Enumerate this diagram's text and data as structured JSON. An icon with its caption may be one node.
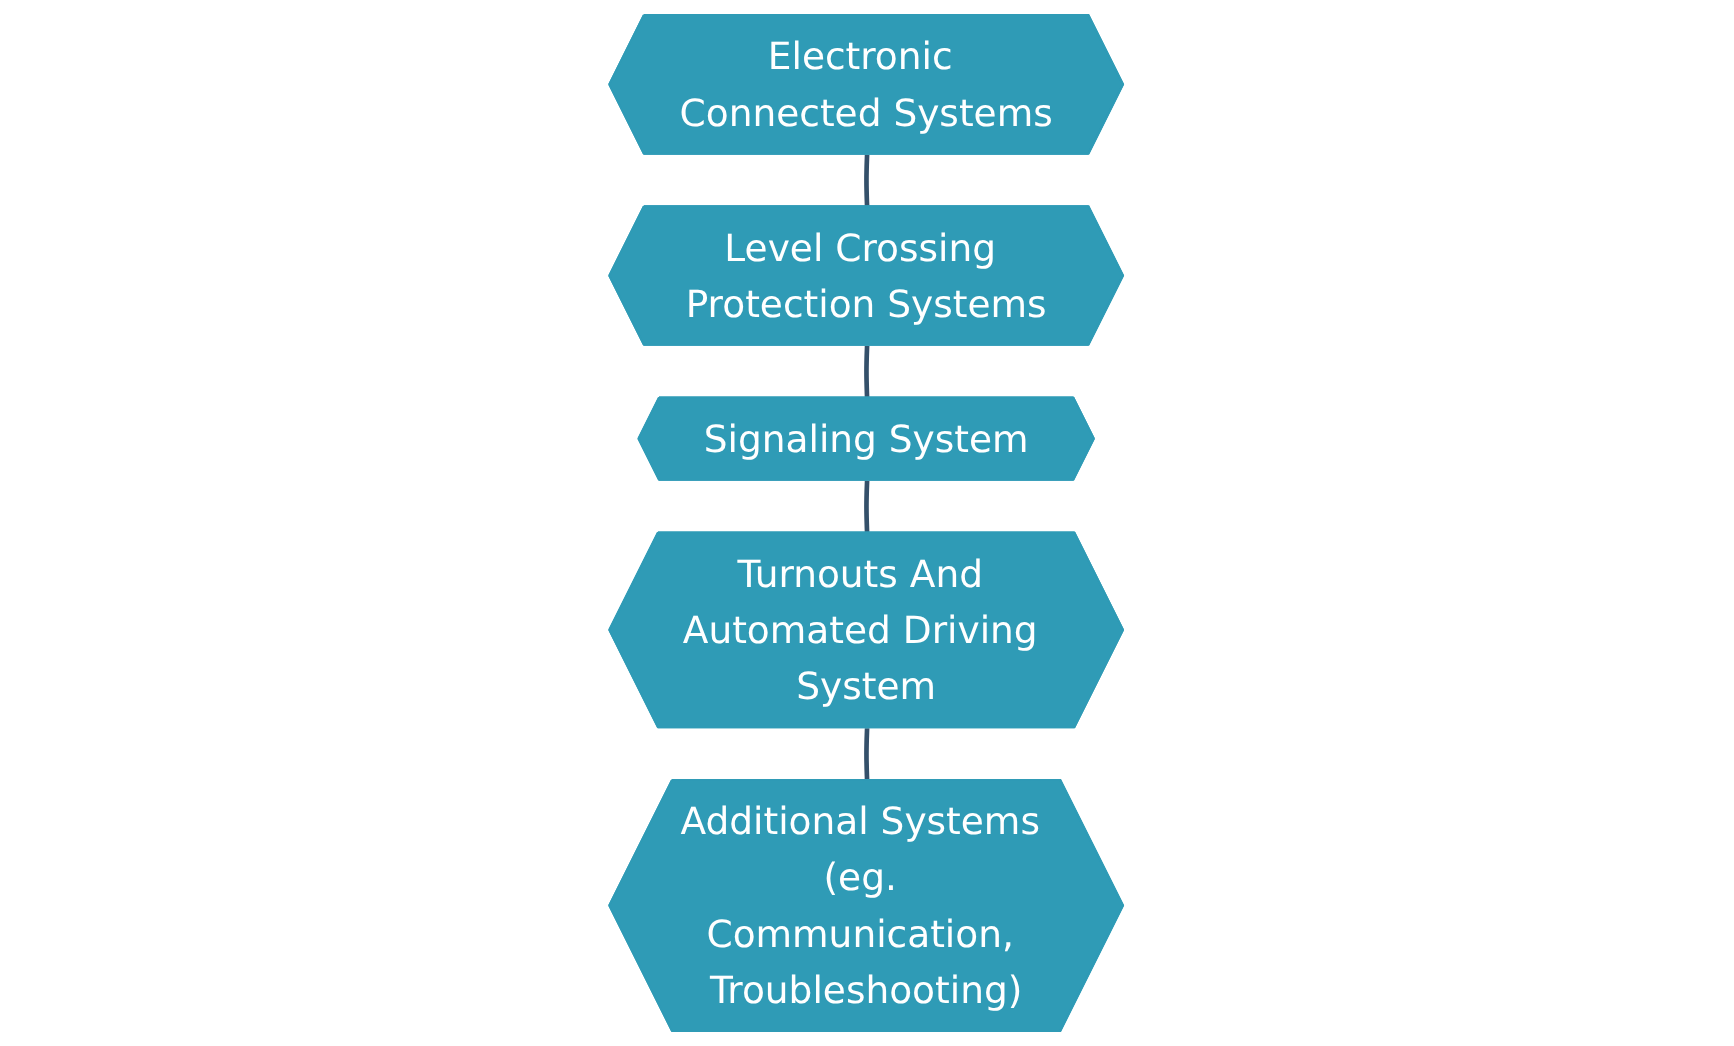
{
  "diagram": {
    "nodes": [
      {
        "text": [
          "Electronic Connected Systems"
        ]
      },
      {
        "text": [
          "Level Crossing Protection Systems"
        ]
      },
      {
        "text": [
          "Signaling System"
        ]
      },
      {
        "text": [
          "Turnouts And Automated Driving System"
        ]
      },
      {
        "text": [
          "Additional Systems (eg. Communication, Troubleshooting)"
        ]
      }
    ],
    "edges": [
      {
        "from": 0,
        "to": 1,
        "arrow": "none"
      },
      {
        "from": 1,
        "to": 2,
        "arrow": "none"
      },
      {
        "from": 2,
        "to": 3,
        "arrow": "none"
      },
      {
        "from": 3,
        "to": 4,
        "arrow": "none"
      }
    ]
  }
}
